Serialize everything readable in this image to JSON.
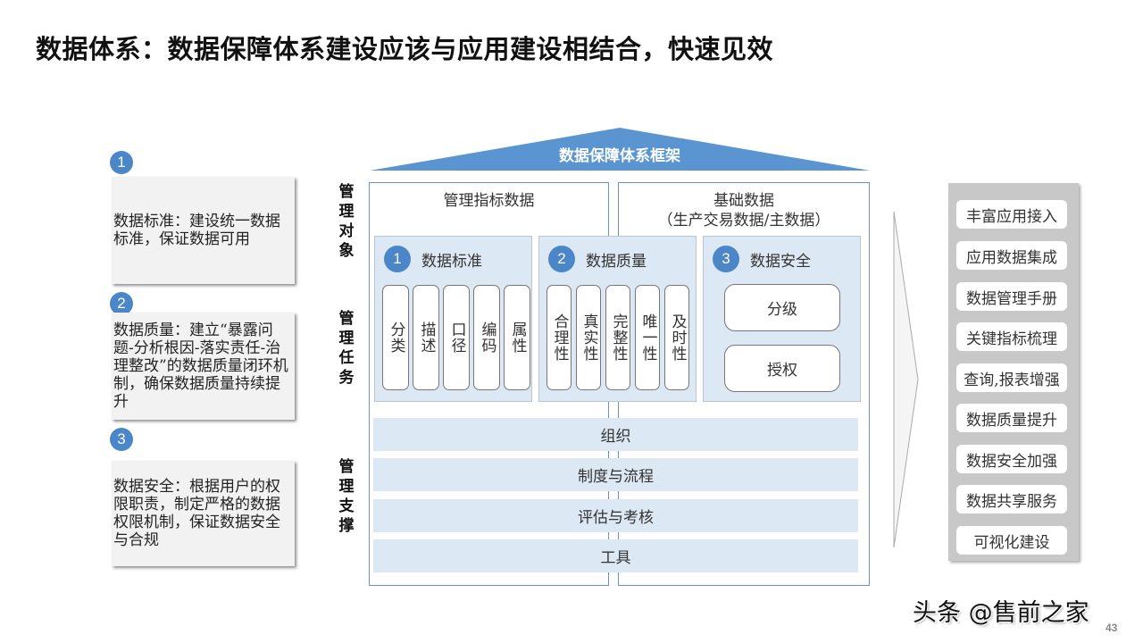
{
  "title": "数据体系：数据保障体系建设应该与应用建设相结合，快速见效",
  "left_notes": [
    {
      "num": "1",
      "text": "数据标准：建设统一数据标准，保证数据可用"
    },
    {
      "num": "2",
      "text": "数据质量：建立“暴露问题-分析根因-落实责任-治理整改”的数据质量闭环机制，确保数据质量持续提升"
    },
    {
      "num": "3",
      "text": "数据安全：根据用户的权限职责，制定严格的数据权限机制，保证数据安全与合规"
    }
  ],
  "side_labels": {
    "objects": "管理对象",
    "tasks": "管理任务",
    "support": "管理支撑"
  },
  "framework": {
    "roof_title": "数据保障体系框架",
    "roof_color": "#5b95d1",
    "left_frame_title": "管理指标数据",
    "right_frame_title_line1": "基础数据",
    "right_frame_title_line2": "（生产交易数据/主数据）",
    "groups": [
      {
        "num": "1",
        "title": "数据标准",
        "items": [
          "分类",
          "描述",
          "口径",
          "编码",
          "属性"
        ]
      },
      {
        "num": "2",
        "title": "数据质量",
        "items": [
          "合理性",
          "真实性",
          "完整性",
          "唯一性",
          "及时性"
        ]
      },
      {
        "num": "3",
        "title": "数据安全",
        "items": [
          "分级",
          "授权"
        ]
      }
    ],
    "support_bars": [
      "组织",
      "制度与流程",
      "评估与考核",
      "工具"
    ]
  },
  "right_items": [
    "丰富应用接入",
    "应用数据集成",
    "数据管理手册",
    "关键指标梳理",
    "查询,报表增强",
    "数据质量提升",
    "数据安全加强",
    "数据共享服务",
    "可视化建设"
  ],
  "watermark": "头条 @售前之家",
  "page_number": "43",
  "colors": {
    "accent_blue": "#4a86c8",
    "group_fill": "#dce8f4",
    "frame_border": "#6d94b8",
    "right_panel": "#c8c8c8"
  }
}
